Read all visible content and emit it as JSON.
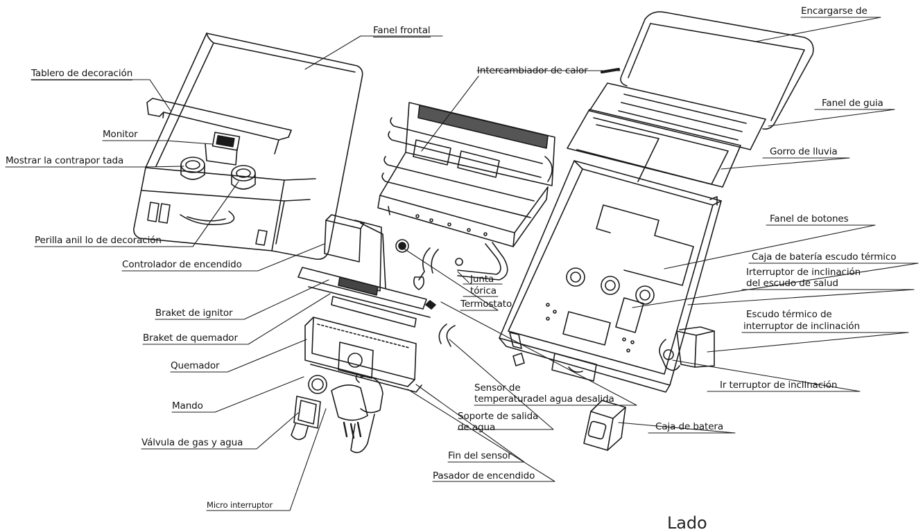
{
  "diagram": {
    "view_label": "Lado",
    "labels": {
      "panel_frontal": "Fanel frontal",
      "tablero_decoracion": "Tablero de decoración",
      "monitor": "Monitor",
      "mostrar_contraportada": "Mostrar la contrapor tada",
      "perilla_anillo": "Perilla anil lo de decoración",
      "controlador_encendido": "Controlador de encendido",
      "braket_ignitor": "Braket de ignitor",
      "braket_quemador": "Braket de quemador",
      "quemador": "Quemador",
      "mando": "Mando",
      "valvula_gas_agua": "Válvula de gas y agua",
      "micro_interruptor": "Micro interruptor",
      "intercambiador_calor": "Intercambiador de calor",
      "junta_torica_1": "Junta",
      "junta_torica_2": "tórica",
      "termostato": "Termostato",
      "sensor_temperatura_1": "Sensor de",
      "sensor_temperatura_2": "temperaturadel agua desalida",
      "soporte_salida_1": "Soporte de salida",
      "soporte_salida_2": "de agua",
      "fin_sensor": "Fin del sensor",
      "pasador_encendido": "Pasador de encendido",
      "encargarse_de": "Encargarse de",
      "panel_guia": "Fanel de guia",
      "gorro_lluvia": "Gorro de lluvia",
      "panel_botones": "Fanel de botones",
      "caja_bateria_escudo": "Caja de batería escudo térmico",
      "interruptor_inclinacion_salud_1": "Irterruptor de inclinación",
      "interruptor_inclinacion_salud_2": "del escudo de salud",
      "escudo_termico_1": "Escudo térmico de",
      "escudo_termico_2": "interruptor de inclinación",
      "interruptor_inclinacion": "Ir terruptor de inclinación",
      "caja_batera": "Caja de batera"
    }
  }
}
